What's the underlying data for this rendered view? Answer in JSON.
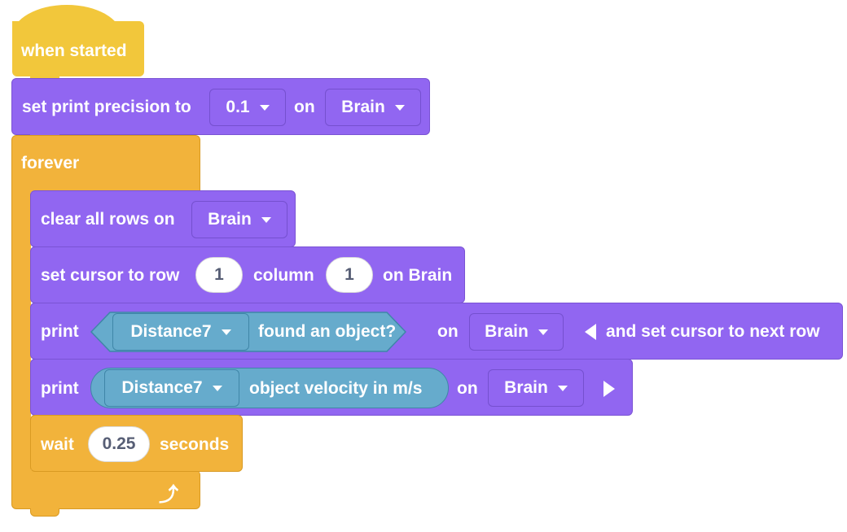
{
  "hat_block": {
    "label": "when started"
  },
  "precision_block": {
    "prefix": "set print precision to",
    "precision_value": "0.1",
    "on_label": "on",
    "device": "Brain"
  },
  "forever_block": {
    "label": "forever",
    "loop_icon": "loop-arrow-icon"
  },
  "clear_block": {
    "label": "clear all rows on",
    "device": "Brain"
  },
  "cursor_block": {
    "prefix": "set cursor to row",
    "row": "1",
    "column_label": "column",
    "column": "1",
    "suffix": "on Brain"
  },
  "print_block_1": {
    "print_label": "print",
    "sensor": "Distance7",
    "sensor_property": "found an object?",
    "on_label": "on",
    "device": "Brain",
    "suffix": "and set cursor to next row"
  },
  "print_block_2": {
    "print_label": "print",
    "sensor": "Distance7",
    "sensor_property": "object velocity in m/s",
    "on_label": "on",
    "device": "Brain"
  },
  "wait_block": {
    "label": "wait",
    "value": "0.25",
    "unit": "seconds"
  },
  "colors": {
    "events": "#f2c73b",
    "looks": "#9166f1",
    "control": "#f2b33b",
    "sensing": "#66abcc"
  }
}
